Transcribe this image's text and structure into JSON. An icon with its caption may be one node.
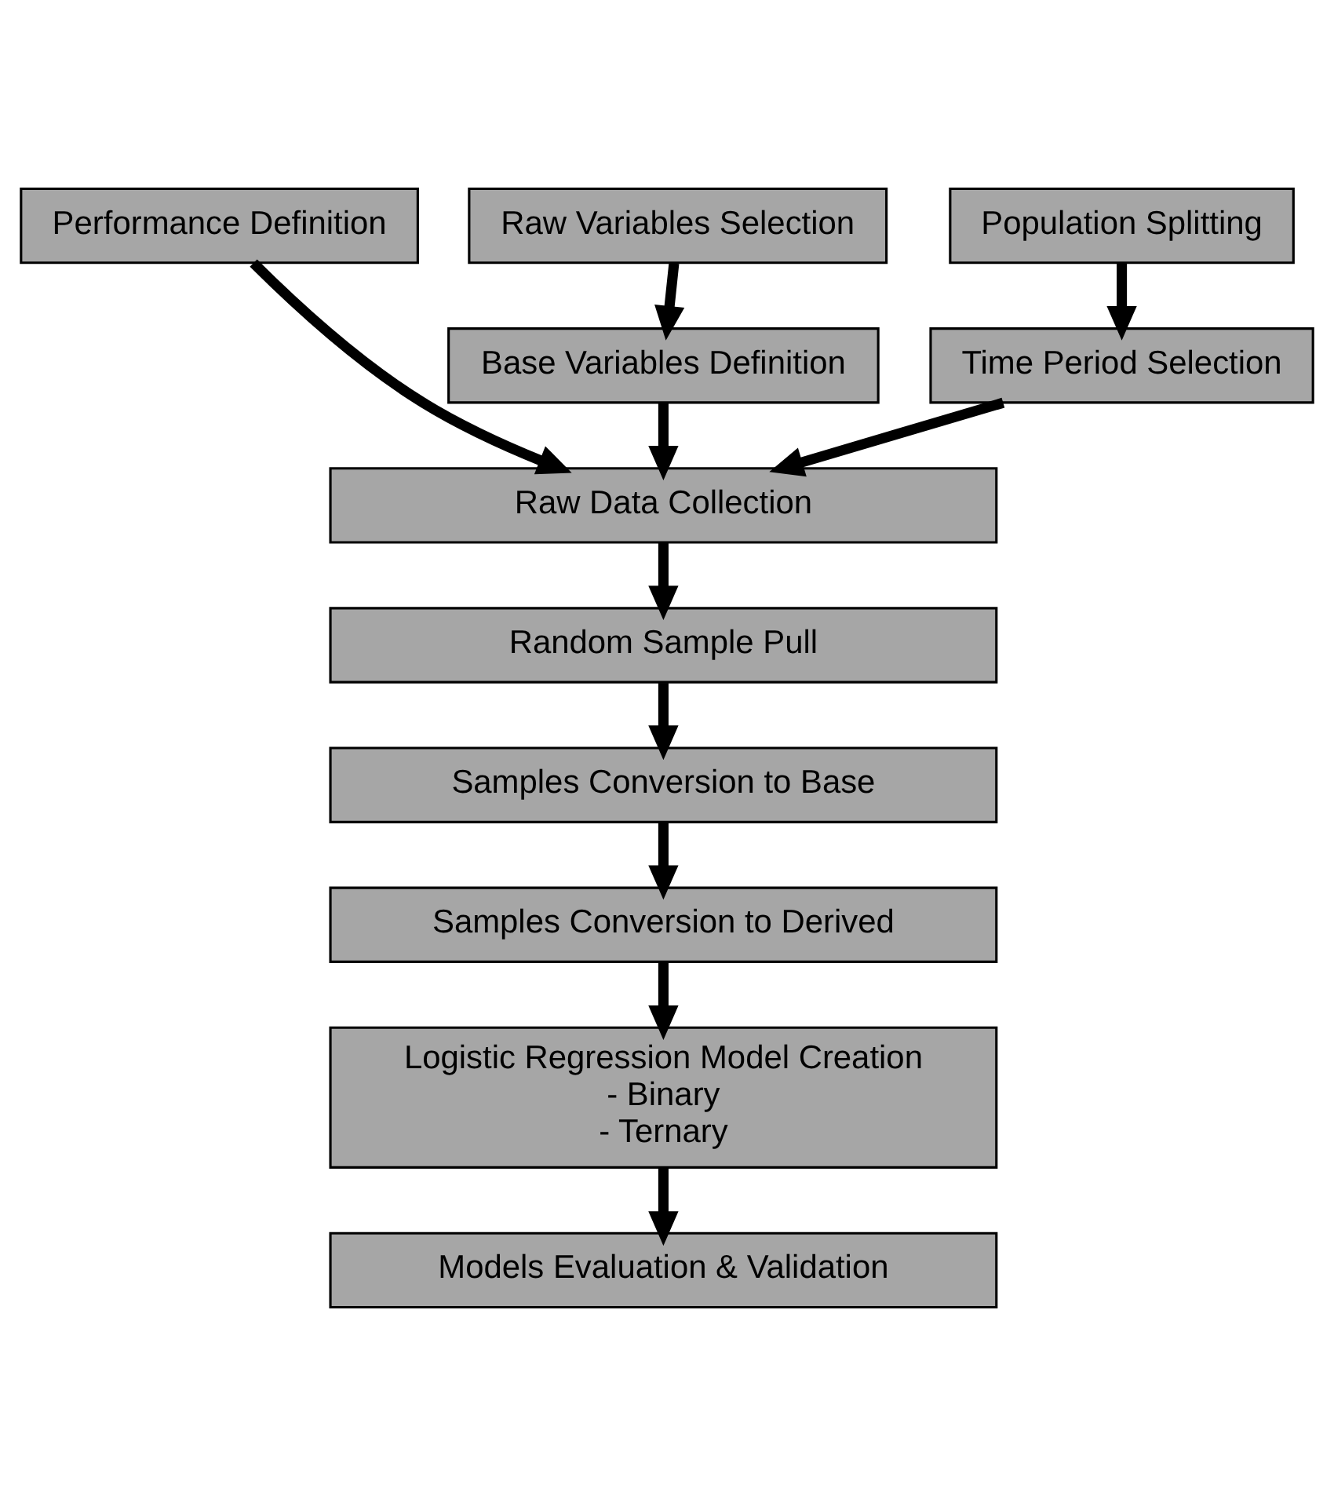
{
  "diagram": {
    "nodes": [
      {
        "text": [
          "Performance Definition"
        ]
      },
      {
        "text": [
          "Raw Variables Selection"
        ]
      },
      {
        "text": [
          "Population Splitting"
        ]
      },
      {
        "text": [
          "Base Variables Definition"
        ]
      },
      {
        "text": [
          "Time Period Selection"
        ]
      },
      {
        "text": [
          "Raw Data Collection"
        ]
      },
      {
        "text": [
          "Random Sample Pull"
        ]
      },
      {
        "text": [
          "Samples Conversion to Base"
        ]
      },
      {
        "text": [
          "Samples Conversion to Derived"
        ]
      },
      {
        "text": [
          "Logistic Regression Model Creation",
          "- Binary",
          "- Ternary"
        ]
      },
      {
        "text": [
          "Models Evaluation & Validation"
        ]
      }
    ],
    "edges": [
      {
        "from": 1,
        "to": 3,
        "arrow": "to"
      },
      {
        "from": 2,
        "to": 4,
        "arrow": "to"
      },
      {
        "from": 0,
        "to": 5,
        "arrow": "to"
      },
      {
        "from": 3,
        "to": 5,
        "arrow": "to"
      },
      {
        "from": 4,
        "to": 5,
        "arrow": "to"
      },
      {
        "from": 5,
        "to": 6,
        "arrow": "to"
      },
      {
        "from": 6,
        "to": 7,
        "arrow": "to"
      },
      {
        "from": 7,
        "to": 8,
        "arrow": "to"
      },
      {
        "from": 8,
        "to": 9,
        "arrow": "to"
      },
      {
        "from": 9,
        "to": 10,
        "arrow": "to"
      }
    ]
  }
}
